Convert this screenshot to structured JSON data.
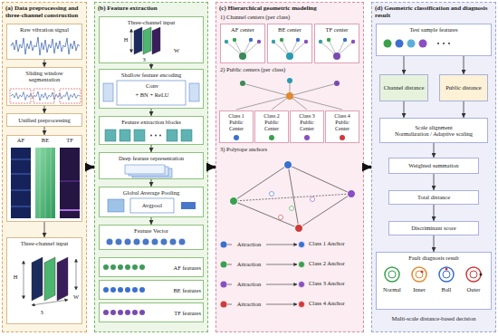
{
  "diagram": {
    "nodes": [
      {
        "text": [
          "(a) Data preprocessing and three-channel construction"
        ]
      },
      {
        "text": [
          "Raw vibration signal"
        ],
        "in": 0
      },
      {
        "text": [
          "Sliding window segmentation"
        ],
        "in": 0
      },
      {
        "text": [
          "Unified preprocessing"
        ],
        "in": 0
      },
      {
        "text": [
          "AF",
          "BE",
          "TF"
        ],
        "in": 0
      },
      {
        "text": [
          "Three-channel input",
          "H",
          "3",
          "W"
        ],
        "in": 0
      },
      {
        "text": [
          "(b) Feature extraction"
        ]
      },
      {
        "text": [
          "Three-channel input",
          "H",
          "3",
          "W"
        ],
        "in": 6
      },
      {
        "text": [
          "Shallow feature encoding",
          "Conv",
          "+ BN + ReLU"
        ],
        "in": 6
      },
      {
        "text": [
          "Feature extraction blocks"
        ],
        "in": 6
      },
      {
        "text": [
          "Deep feature representation"
        ],
        "in": 6
      },
      {
        "text": [
          "Global Average Pooling",
          "Avgpool"
        ],
        "in": 6
      },
      {
        "text": [
          "Feature Vector"
        ],
        "in": 6
      },
      {
        "text": [
          "AF features"
        ],
        "in": 6
      },
      {
        "text": [
          "BE features"
        ],
        "in": 6
      },
      {
        "text": [
          "TF features"
        ],
        "in": 6
      },
      {
        "text": [
          "(c) Hierarchical geometric modeling"
        ]
      },
      {
        "text": [
          "AF center"
        ],
        "in": 16
      },
      {
        "text": [
          "BE center"
        ],
        "in": 16
      },
      {
        "text": [
          "TF center"
        ],
        "in": 16
      },
      {
        "text": [
          "Class 1 Public Center"
        ],
        "in": 16
      },
      {
        "text": [
          "Class 2 Public Center"
        ],
        "in": 16
      },
      {
        "text": [
          "Class 3 Public Center"
        ],
        "in": 16
      },
      {
        "text": [
          "Class 4 Public Center"
        ],
        "in": 16
      },
      {
        "text": [
          "Class 1 Anchor"
        ],
        "in": 16
      },
      {
        "text": [
          "Class 2 Anchor"
        ],
        "in": 16
      },
      {
        "text": [
          "Class 3 Anchor"
        ],
        "in": 16
      },
      {
        "text": [
          "Class 4 Anchor"
        ],
        "in": 16
      },
      {
        "text": [
          "(d) Geometric classification and diagnosis result"
        ]
      },
      {
        "text": [
          "Test sample features"
        ],
        "in": 28
      },
      {
        "text": [
          "Channel distance"
        ],
        "in": 28
      },
      {
        "text": [
          "Public distance"
        ],
        "in": 28
      },
      {
        "text": [
          "Scale alignment",
          "Normalization / Adaptive scaling"
        ],
        "in": 28
      },
      {
        "text": [
          "Weighted summation"
        ],
        "in": 28
      },
      {
        "text": [
          "Total distance"
        ],
        "in": 28
      },
      {
        "text": [
          "Discriminant score"
        ],
        "in": 28
      },
      {
        "text": [
          "Fault diagnosis result",
          "Normal",
          "Inner",
          "Ball",
          "Outer"
        ],
        "in": 28
      }
    ],
    "edges": [
      {
        "from": 0,
        "to": 6,
        "arrow": "to"
      },
      {
        "from": 6,
        "to": 16,
        "arrow": "to"
      },
      {
        "from": 16,
        "to": 28,
        "arrow": "to"
      },
      {
        "from": 1,
        "to": 2,
        "arrow": "to"
      },
      {
        "from": 2,
        "to": 3,
        "arrow": "to"
      },
      {
        "from": 3,
        "to": 4,
        "arrow": "to"
      },
      {
        "from": 4,
        "to": 5,
        "arrow": "to"
      },
      {
        "from": 7,
        "to": 8,
        "arrow": "to"
      },
      {
        "from": 8,
        "to": 9,
        "arrow": "to"
      },
      {
        "from": 9,
        "to": 10,
        "arrow": "to"
      },
      {
        "from": 10,
        "to": 11,
        "arrow": "to"
      },
      {
        "from": 11,
        "to": 12,
        "arrow": "to"
      },
      {
        "from": 29,
        "to": 30,
        "arrow": "to"
      },
      {
        "from": 29,
        "to": 31,
        "arrow": "to"
      },
      {
        "from": 30,
        "to": 32,
        "arrow": "to"
      },
      {
        "from": 31,
        "to": 32,
        "arrow": "to"
      },
      {
        "from": 32,
        "to": 33,
        "arrow": "to"
      },
      {
        "from": 33,
        "to": 34,
        "arrow": "to"
      },
      {
        "from": 34,
        "to": 35,
        "arrow": "to"
      },
      {
        "from": 35,
        "to": 36,
        "arrow": "to"
      }
    ],
    "labels": [
      "1) Channel centers (per class)",
      "2) Public centers (per class)",
      "3) Polytope anchors",
      "Attraction",
      "Attraction",
      "Attraction",
      "Attraction",
      "Multi-scale distance-based decision"
    ]
  }
}
